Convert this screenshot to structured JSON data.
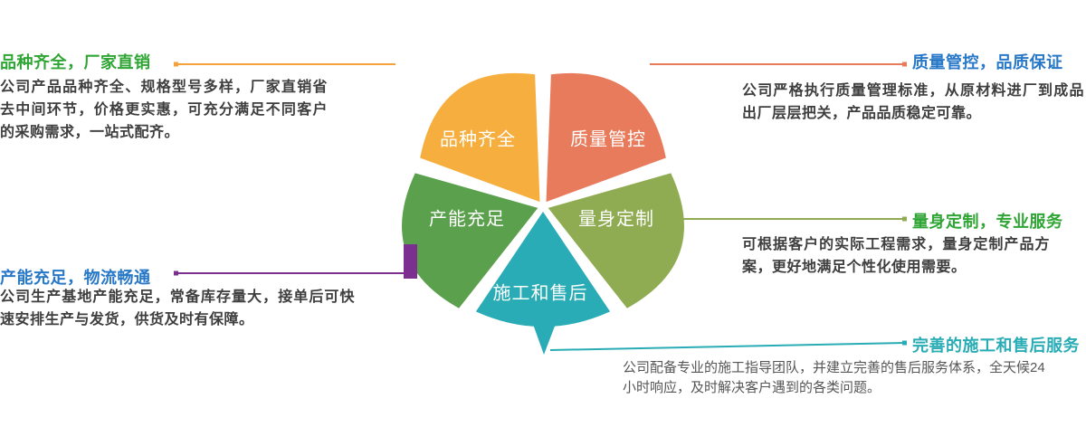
{
  "flower": {
    "petals": [
      {
        "label": "品种齐全",
        "color": "#F6AE3E"
      },
      {
        "label": "质量管控",
        "color": "#E87B5B"
      },
      {
        "label": "量身定制",
        "color": "#8FAC52"
      },
      {
        "label": "施工和售后",
        "color": "#29ACB5"
      },
      {
        "label": "产能充足",
        "color": "#5BA14D"
      }
    ]
  },
  "callouts": {
    "variety": {
      "title": "品种齐全，厂家直销",
      "title_color": "#2FA534",
      "line_color": "#F6A23C",
      "body": "公司产品品种齐全、规格型号多样，厂家直销省去中间环节，价格更实惠，可充分满足不同客户的采购需求，一站式配齐。"
    },
    "quality": {
      "title": "质量管控，品质保证",
      "title_color": "#2878C8",
      "line_color": "#E87B5B",
      "body": "公司严格执行质量管理标准，从原材料进厂到成品出厂层层把关，产品品质稳定可靠。"
    },
    "custom": {
      "title": "量身定制，专业服务",
      "title_color": "#2FA534",
      "line_color": "#8FAC52",
      "body": "可根据客户的实际工程需求，量身定制产品方案，更好地满足个性化使用需要。"
    },
    "aftersale": {
      "title": "完善的施工和售后服务",
      "title_color": "#29ACB5",
      "line_color": "#29ACB5"
    },
    "capacity": {
      "title": "产能充足，物流畅通",
      "title_color": "#2878C8",
      "line_color": "#7B2F8E",
      "body": "公司生产基地产能充足，常备库存量大，接单后可快速安排生产与发货，供货及时有保障。"
    }
  },
  "footnote": {
    "line1": "公司配备专业的施工指导团队，并建立完善的售后服务体系，全天候24",
    "line2": "小时响应，及时解决客户遇到的各类问题。"
  }
}
